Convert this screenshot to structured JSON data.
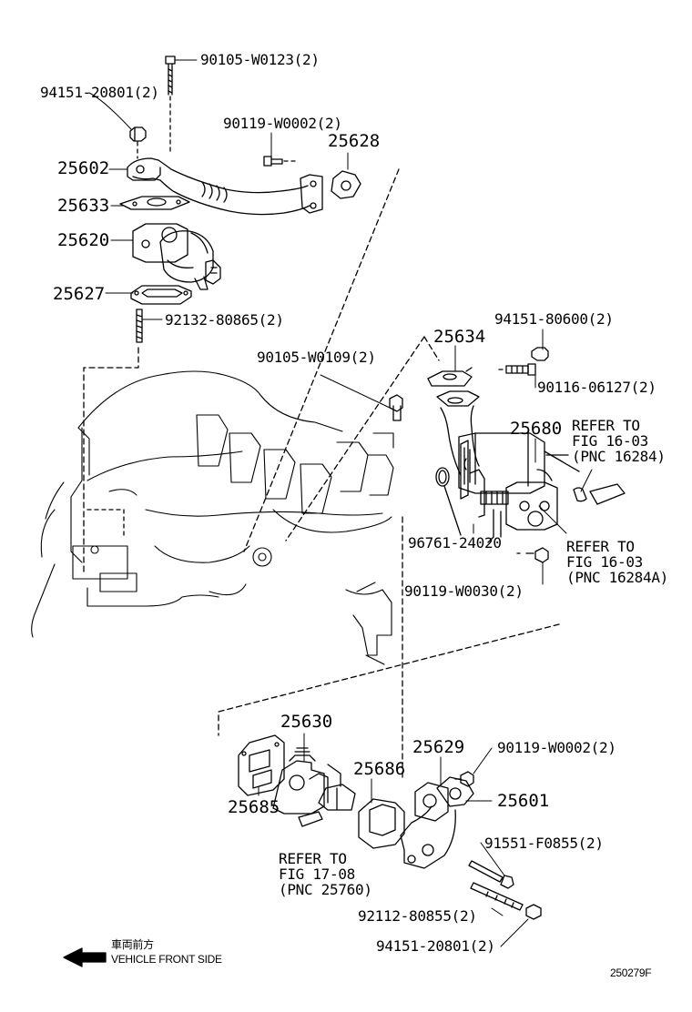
{
  "labels": {
    "p90105_w0123": "90105-W0123(2)",
    "p94151_20801_top": "94151-20801(2)",
    "p90119_w0002_top": "90119-W0002(2)",
    "p25628": "25628",
    "p25602": "25602",
    "p25633": "25633",
    "p25620": "25620",
    "p25627": "25627",
    "p92132_80865": "92132-80865(2)",
    "p94151_80600": "94151-80600(2)",
    "p25634": "25634",
    "p90105_w0109": "90105-W0109(2)",
    "p90116_06127": "90116-06127(2)",
    "p25680": "25680",
    "p96761_24020": "96761-24020",
    "p90119_w0030": "90119-W0030(2)",
    "p25630": "25630",
    "p25685": "25685",
    "p25686": "25686",
    "p25629": "25629",
    "p90119_w0002_bot": "90119-W0002(2)",
    "p25601": "25601",
    "p91551_f0855": "91551-F0855(2)",
    "p92112_80855": "92112-80855(2)",
    "p94151_20801_bot": "94151-20801(2)"
  },
  "refs": {
    "ref1": [
      "REFER TO",
      "FIG 16-03",
      "(PNC 16284)"
    ],
    "ref2": [
      "REFER TO",
      "FIG 16-03",
      "(PNC 16284A)"
    ],
    "ref3": [
      "REFER TO",
      "FIG 17-08",
      "(PNC 25760)"
    ]
  },
  "direction": {
    "jp": "車両前方",
    "en": "VEHICLE FRONT SIDE",
    "icon": "arrow-left-icon"
  },
  "figure_code": "250279F"
}
